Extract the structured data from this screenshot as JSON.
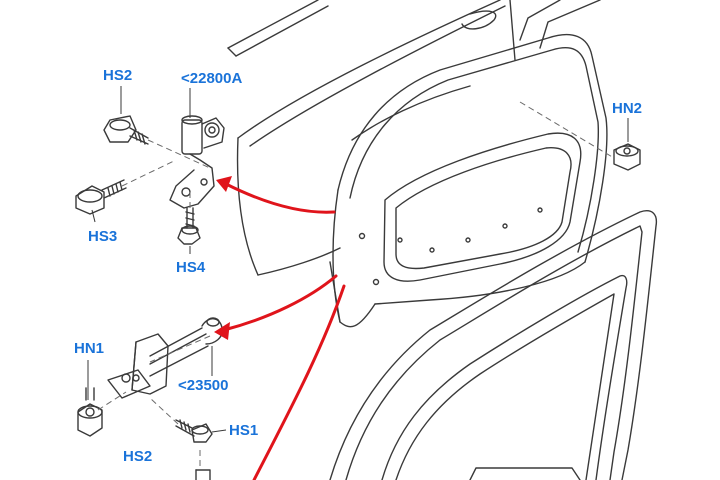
{
  "colors": {
    "callout": "#1a73d9",
    "pointer_arrow": "#e0141b",
    "line_art": "#3a3a3a",
    "background": "#ffffff"
  },
  "labels": {
    "hs2_top": "HS2",
    "part_22800a": "<22800A",
    "hn2": "HN2",
    "hs3": "HS3",
    "hs4": "HS4",
    "hn1": "HN1",
    "part_23500": "<23500",
    "hs1": "HS1",
    "hs2_bottom": "HS2"
  }
}
